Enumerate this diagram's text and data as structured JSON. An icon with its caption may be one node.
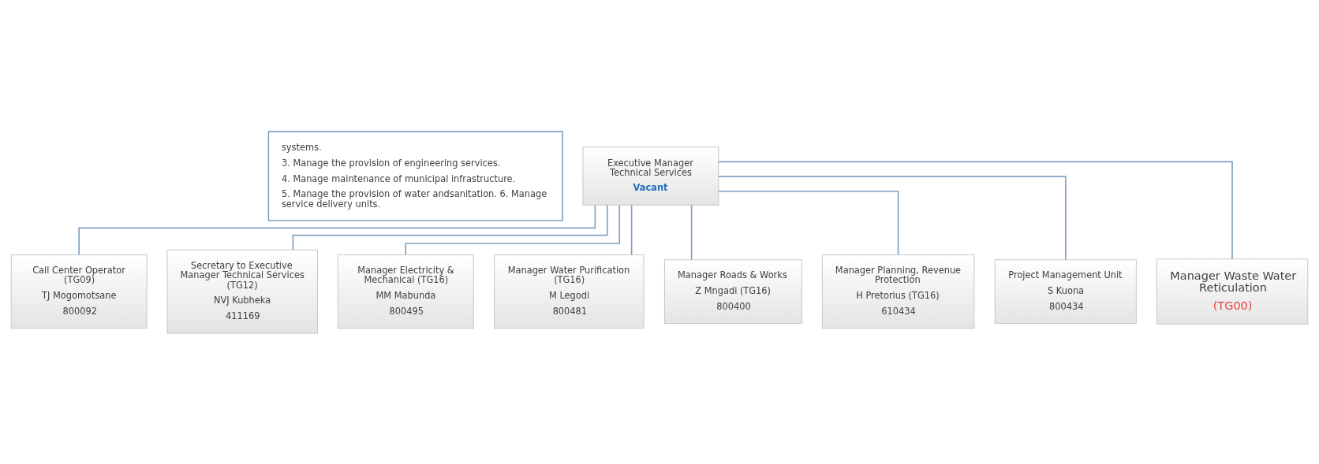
{
  "diagram": {
    "nodes": [
      {
        "text": [
          "systems.",
          "3. Manage the provision of engineering services.",
          "4. Manage maintenance of municipal infrastructure.",
          "5. Manage the provision of water andsanitation. 6. Manage service delivery units."
        ]
      },
      {
        "text": [
          "Executive Manager Technical Services",
          "Vacant"
        ]
      },
      {
        "text": [
          "Call Center Operator (TG09)",
          "TJ Mogomotsane",
          "800092"
        ]
      },
      {
        "text": [
          "Secretary to Executive Manager Technical Services (TG12)",
          "NVJ Kubheka",
          "411169"
        ]
      },
      {
        "text": [
          "Manager Electricity & Mechanical (TG16)",
          "MM Mabunda",
          "800495"
        ]
      },
      {
        "text": [
          "Manager Water Purification (TG16)",
          "M Legodi",
          "800481"
        ]
      },
      {
        "text": [
          "Manager Roads & Works",
          "Z Mngadi (TG16)",
          "800400"
        ]
      },
      {
        "text": [
          "Manager Planning, Revenue Protection",
          "H Pretorius (TG16)",
          "610434"
        ]
      },
      {
        "text": [
          "Project Management Unit",
          "S Kuona",
          "800434"
        ]
      },
      {
        "text": [
          "Manager Waste Water Reticulation",
          "(TG00)"
        ]
      }
    ],
    "edges": [
      {
        "from": 1,
        "to": 2,
        "arrow": "none"
      },
      {
        "from": 1,
        "to": 3,
        "arrow": "none"
      },
      {
        "from": 1,
        "to": 4,
        "arrow": "none"
      },
      {
        "from": 1,
        "to": 5,
        "arrow": "none"
      },
      {
        "from": 1,
        "to": 6,
        "arrow": "none"
      },
      {
        "from": 1,
        "to": 7,
        "arrow": "none"
      },
      {
        "from": 1,
        "to": 8,
        "arrow": "none"
      },
      {
        "from": 1,
        "to": 9,
        "arrow": "none"
      }
    ]
  }
}
